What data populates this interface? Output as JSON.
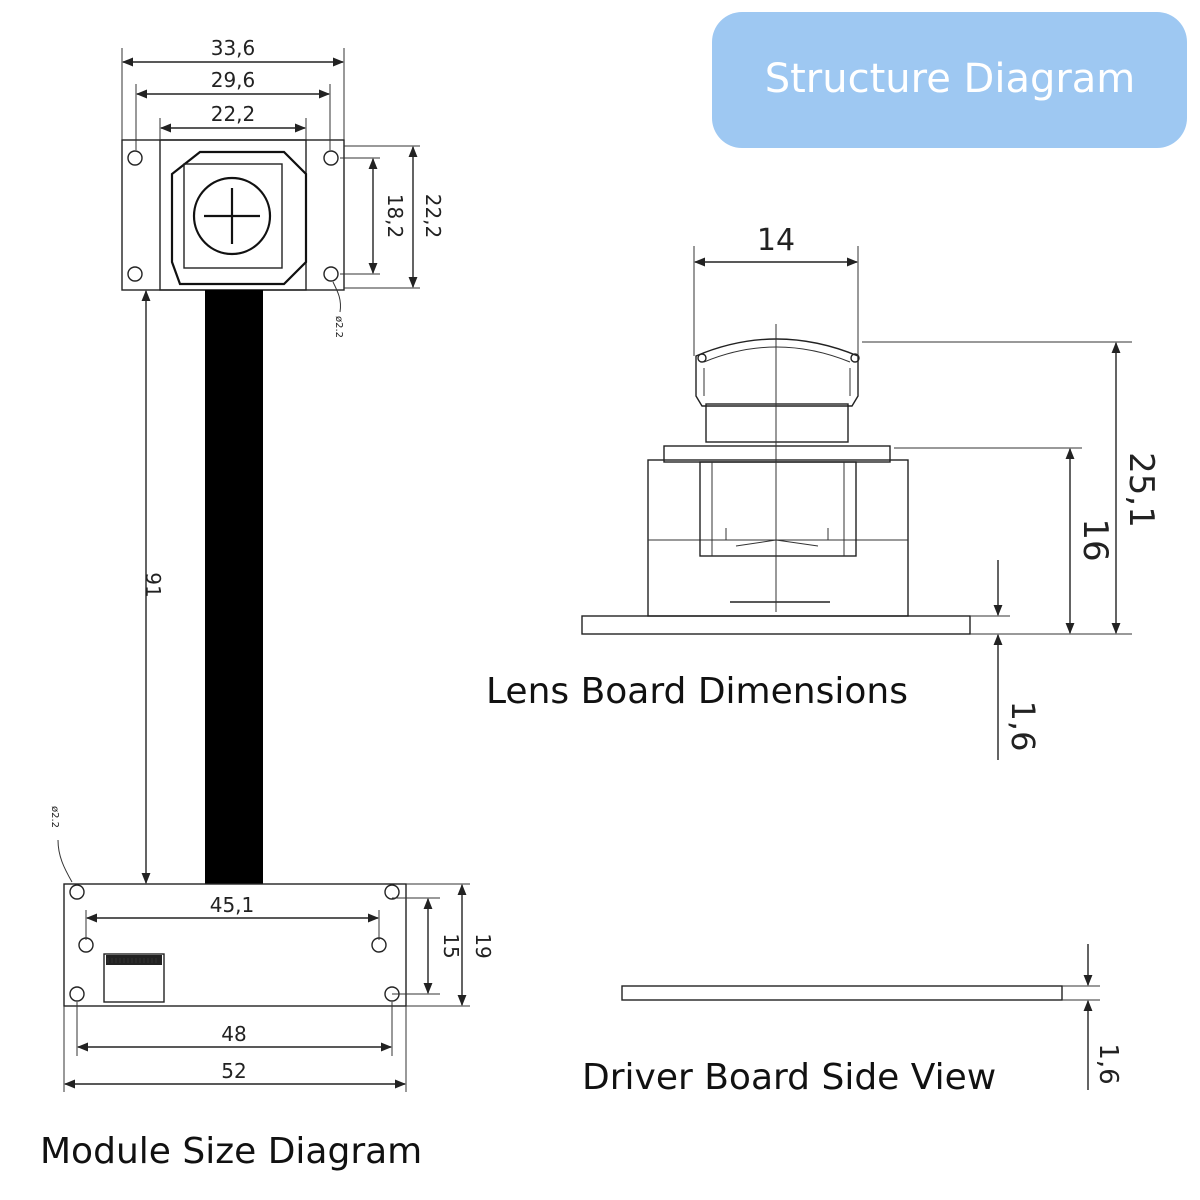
{
  "title": "Structure Diagram",
  "colors": {
    "title_bg": "#9ec8f2",
    "title_text": "#ffffff",
    "line": "#222222",
    "cable": "#000000"
  },
  "module": {
    "caption": "Module Size Diagram",
    "dims": {
      "w_outer": "33,6",
      "w_mid": "29,6",
      "w_inner": "22,2",
      "h_inner": "18,2",
      "h_outer": "22,2",
      "hole_top": "ø2.2",
      "cable_len": "91",
      "hole_bottom": "ø2.2",
      "board_hole_span": "45,1",
      "board_h_inner": "15",
      "board_h_outer": "19",
      "board_w_inner": "48",
      "board_w_outer": "52"
    }
  },
  "lens": {
    "caption": "Lens Board Dimensions",
    "dims": {
      "lens_width": "14",
      "total_height": "25,1",
      "holder_height": "16",
      "pcb_thickness": "1,6"
    }
  },
  "driver": {
    "caption": "Driver Board Side View",
    "dims": {
      "thickness": "1,6"
    }
  }
}
